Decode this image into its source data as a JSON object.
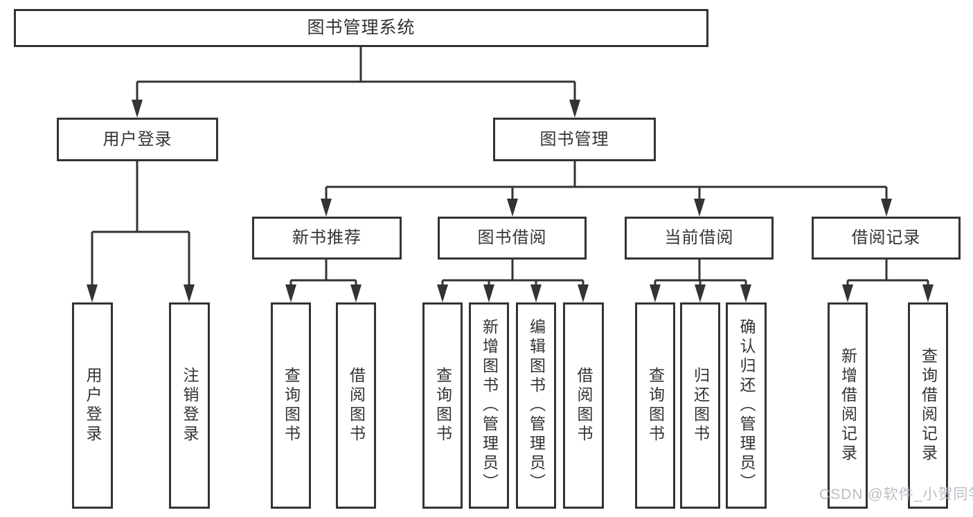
{
  "diagram": {
    "title": "图书管理系统",
    "type": "hierarchy-tree",
    "colors": {
      "line": "#333333",
      "text": "#333333",
      "box_background": "#ffffff",
      "watermark": "#b4b9be",
      "background": "#ffffff"
    },
    "watermark": "CSDN @软件_小贺同学",
    "nodes": {
      "root": {
        "label": "图书管理系统"
      },
      "user_login": {
        "label": "用户登录"
      },
      "book_mgmt": {
        "label": "图书管理"
      },
      "new_book_rec": {
        "label": "新书推荐"
      },
      "book_borrow": {
        "label": "图书借阅"
      },
      "current_borrow": {
        "label": "当前借阅"
      },
      "borrow_record": {
        "label": "借阅记录"
      },
      "leaf_user_login": {
        "label": "用户登录"
      },
      "leaf_logout": {
        "label": "注销登录"
      },
      "leaf_query_book_1": {
        "label": "查询图书"
      },
      "leaf_borrow_book_1": {
        "label": "借阅图书"
      },
      "leaf_query_book_2": {
        "label": "查询图书"
      },
      "leaf_add_book": {
        "label": "新增图书（管理员）"
      },
      "leaf_edit_book": {
        "label": "编辑图书（管理员）"
      },
      "leaf_borrow_book_2": {
        "label": "借阅图书"
      },
      "leaf_query_book_3": {
        "label": "查询图书"
      },
      "leaf_return_book": {
        "label": "归还图书"
      },
      "leaf_confirm_return": {
        "label": "确认归还（管理员）"
      },
      "leaf_add_record": {
        "label": "新增借阅记录"
      },
      "leaf_query_record": {
        "label": "查询借阅记录"
      }
    },
    "hierarchy": {
      "图书管理系统": [
        "用户登录",
        "图书管理"
      ],
      "用户登录": [
        "用户登录",
        "注销登录"
      ],
      "图书管理": [
        "新书推荐",
        "图书借阅",
        "当前借阅",
        "借阅记录"
      ],
      "新书推荐": [
        "查询图书",
        "借阅图书"
      ],
      "图书借阅": [
        "查询图书",
        "新增图书（管理员）",
        "编辑图书（管理员）",
        "借阅图书"
      ],
      "当前借阅": [
        "查询图书",
        "归还图书",
        "确认归还（管理员）"
      ],
      "借阅记录": [
        "新增借阅记录",
        "查询借阅记录"
      ]
    }
  }
}
